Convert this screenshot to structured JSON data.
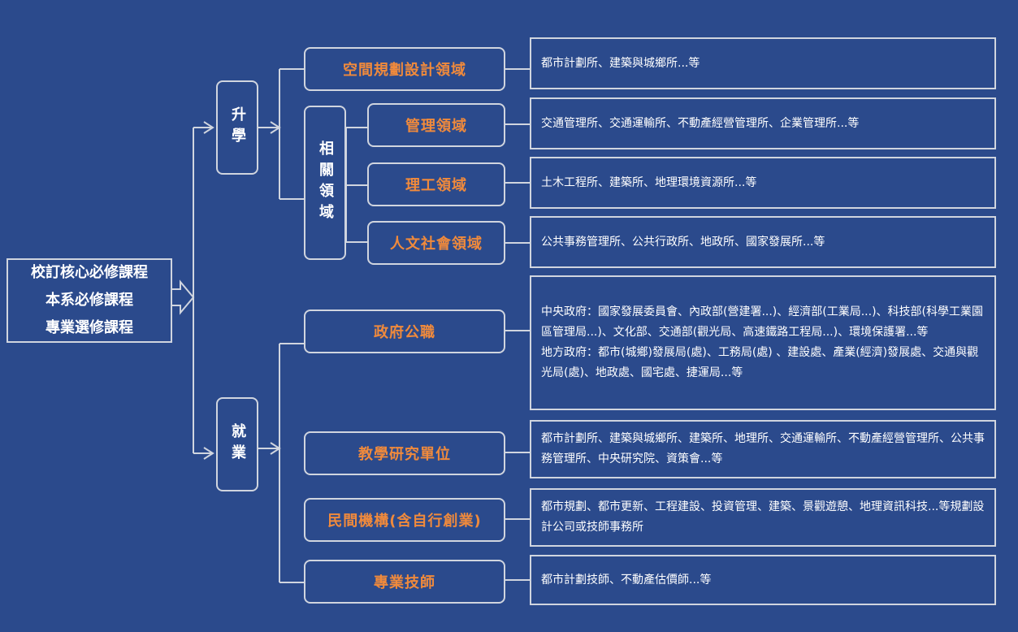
{
  "root": {
    "lines": [
      "校訂核心必修課程",
      "本系必修課程",
      "專業選修課程"
    ]
  },
  "branches": {
    "further_study": "升學",
    "related_fields": "相關領域",
    "employment": "就業"
  },
  "study_fields": [
    {
      "label": "空間規劃設計領域",
      "desc": "都市計劃所、建築與城鄉所...等"
    },
    {
      "label": "管理領域",
      "desc": "交通管理所、交通運輸所、不動產經營管理所、企業管理所...等"
    },
    {
      "label": "理工領域",
      "desc": "土木工程所、建築所、地理環境資源所...等"
    },
    {
      "label": "人文社會領域",
      "desc": "公共事務管理所、公共行政所、地政所、國家發展所...等"
    }
  ],
  "jobs": [
    {
      "label": "政府公職",
      "desc": "中央政府：國家發展委員會、內政部(營建署...)、經濟部(工業局...)、科技部(科學工業園區管理局...)、文化部、交通部(觀光局、高速鐵路工程局...)、環境保護署...等\n地方政府：都市(城鄉)發展局(處)、工務局(處) 、建設處、產業(經濟)發展處、交通與觀光局(處)、地政處、國宅處、捷運局...等"
    },
    {
      "label": "教學研究單位",
      "desc": "都市計劃所、建築與城鄉所、建築所、地理所、交通運輸所、不動產經營管理所、公共事務管理所、中央研究院、資策會...等"
    },
    {
      "label": "民間機構(含自行創業)",
      "desc": "都市規劃、都市更新、工程建設、投資管理、建築、景觀遊憩、地理資訊科技...等規劃設計公司或技師事務所"
    },
    {
      "label": "專業技師",
      "desc": "都市計劃技師、不動產估價師...等"
    }
  ],
  "colors": {
    "background": "#2b4a8c",
    "border": "#d0d5df",
    "accent": "#f08a3c",
    "text": "#ffffff"
  }
}
